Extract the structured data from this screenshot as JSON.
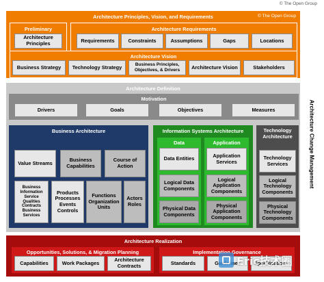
{
  "copyright": "© The Open Group",
  "principles": {
    "title": "Architecture Principles, Vision, and Requirements",
    "copyright": "© The Open Group",
    "preliminary": {
      "title": "Preliminary",
      "box": "Architecture Principles"
    },
    "requirements": {
      "title": "Architecture Requirements",
      "items": [
        "Requirements",
        "Constraints",
        "Assumptions",
        "Gaps",
        "Locations"
      ]
    },
    "vision": {
      "title": "Architecture Vision",
      "items": [
        "Business Strategy",
        "Technology Strategy",
        "Business Principles, Objectives, & Drivers",
        "Architecture Vision",
        "Stakeholders"
      ]
    }
  },
  "definition": {
    "title": "Architecture Definition",
    "motivation": {
      "title": "Motivation",
      "items": [
        "Drivers",
        "Goals",
        "Objectives",
        "Measures"
      ]
    },
    "business": {
      "title": "Business Architecture",
      "top": [
        "Value Streams",
        "Business Capabilities",
        "Course of Action"
      ],
      "bottom": [
        "Business Information Service Qualities Contracts Business Services",
        "Products Processes Events Controls",
        "Functions Organization Units",
        "Actors Roles"
      ]
    },
    "isa": {
      "title": "Information Systems Architecture",
      "data": {
        "title": "Data",
        "items": [
          "Data Entities",
          "Logical Data Components",
          "Physical Data Components"
        ]
      },
      "application": {
        "title": "Application",
        "items": [
          "Application Services",
          "Logical Application Components",
          "Physical Application Components"
        ]
      }
    },
    "technology": {
      "title": "Technology Architecture",
      "items": [
        "Technology Services",
        "Logical Technology Components",
        "Physical Technology Components"
      ]
    }
  },
  "side_label": "Architecture Change Management",
  "realization": {
    "title": "Architecture Realization",
    "opportunities": {
      "title": "Opportunities, Solutions, & Migration Planning",
      "items": [
        "Capabilities",
        "Work Packages",
        "Architecture Contracts"
      ]
    },
    "governance": {
      "title": "Implementation Governance",
      "items": [
        "Standards",
        "Guidelines",
        "Specifications"
      ]
    }
  },
  "watermark": "Eric技术圈",
  "colors": {
    "principles": "#f07c00",
    "principles_border": "#e0801a",
    "definition_panel": "#c9c9c9",
    "motivation": "#8a8a8a",
    "business": "#1f3a68",
    "isa": "#1f8a1f",
    "isa_inner": "#2eba2e",
    "technology": "#4d4d4d",
    "realization": "#a50d0d",
    "realization_inner": "#d01818"
  }
}
